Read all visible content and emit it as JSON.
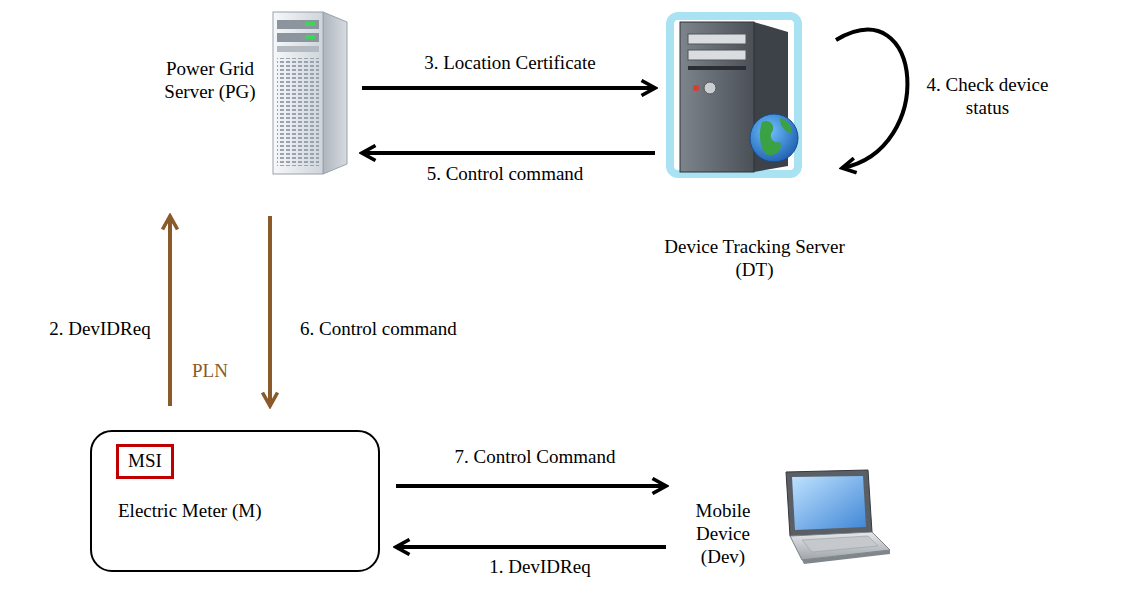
{
  "diagram": {
    "nodes": [
      {
        "text": [
          "Power Grid Server (PG)"
        ]
      },
      {
        "text": [
          "Device Tracking Server (DT)"
        ]
      },
      {
        "text": [
          "Electric Meter (M)"
        ]
      },
      {
        "text": [
          "MSI"
        ],
        "in": 2
      },
      {
        "text": [
          "Mobile Device (Dev)"
        ]
      }
    ],
    "edges": [
      {
        "from": 4,
        "to": 2,
        "label": "1. DevIDReq",
        "arrow": "to"
      },
      {
        "from": 2,
        "to": 0,
        "label": "2. DevIDReq",
        "arrow": "to"
      },
      {
        "from": 0,
        "to": 1,
        "label": "3. Location Certificate",
        "arrow": "to"
      },
      {
        "from": 1,
        "to": 1,
        "label": "4. Check device status",
        "arrow": "to"
      },
      {
        "from": 1,
        "to": 0,
        "label": "5. Control command",
        "arrow": "to"
      },
      {
        "from": 0,
        "to": 2,
        "label": "6. Control command",
        "arrow": "to"
      },
      {
        "from": 2,
        "to": 4,
        "label": "7. Control Command",
        "arrow": "to"
      }
    ],
    "labels": [
      "PLN"
    ]
  }
}
